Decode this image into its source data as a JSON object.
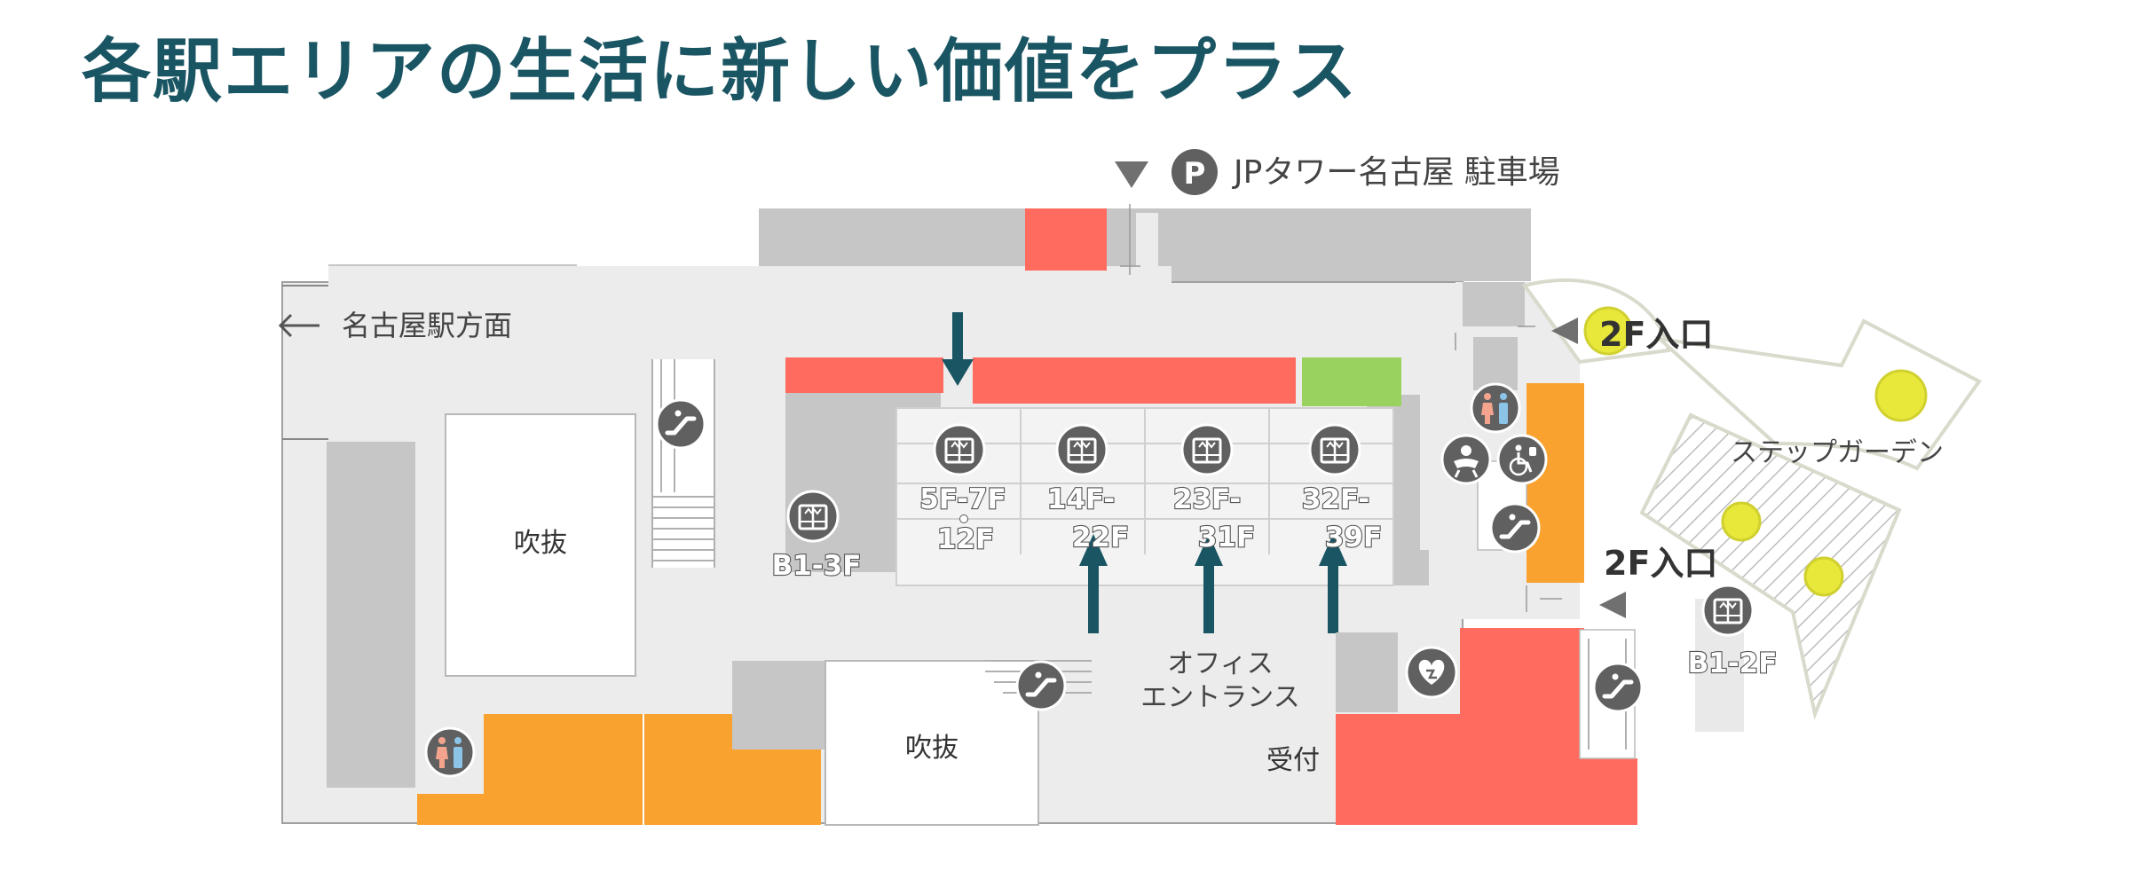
{
  "title": "各駅エリアの生活に新しい価値をプラス",
  "parking": {
    "mark": "P",
    "label": "JPタワー名古屋 駐車場"
  },
  "direction_label": "名古屋駅方面",
  "direction_arrow": "←",
  "entrances": {
    "upper": "2F入口",
    "lower": "2F入口"
  },
  "step_garden": "ステップガーデン",
  "voids": {
    "left": "吹抜",
    "bottom": "吹抜"
  },
  "office_entrance": {
    "line1": "オフィス",
    "line2": "エントランス"
  },
  "reception": "受付",
  "elevators": {
    "b1_3f": "B1-3F",
    "bank_1": [
      "5F-7F",
      "12F"
    ],
    "bank_2": [
      "14F-",
      "22F"
    ],
    "bank_3": [
      "23F-",
      "31F"
    ],
    "bank_4": [
      "32F-",
      "39F"
    ],
    "b1_2f": "B1-2F"
  },
  "icons": [
    "escalator-icon",
    "elevator-icon",
    "restroom-icon",
    "baby-care-icon",
    "accessible-restroom-icon",
    "aed-icon",
    "parking-icon"
  ],
  "colors": {
    "title": "#1a5563",
    "arrow": "#1a5563",
    "red_zone": "#ff6b5e",
    "orange_zone": "#f9a22f",
    "green_zone": "#99d25e",
    "floor": "#ececec",
    "wall": "#c6c6c6",
    "icon": "#606060",
    "plant": "#e8e83a"
  }
}
